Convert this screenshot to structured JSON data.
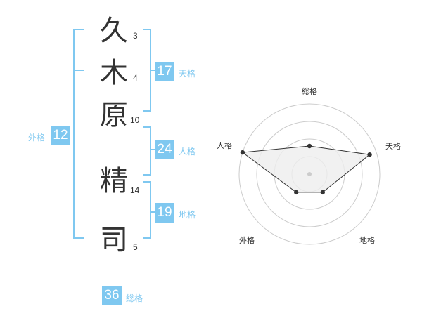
{
  "name": {
    "surname": [
      {
        "char": "久",
        "strokes": "3"
      },
      {
        "char": "木",
        "strokes": "4"
      },
      {
        "char": "原",
        "strokes": "10"
      }
    ],
    "given": [
      {
        "char": "精",
        "strokes": "14"
      },
      {
        "char": "司",
        "strokes": "5"
      }
    ]
  },
  "fortunes": {
    "gaikaku": {
      "label": "外格",
      "value": "12"
    },
    "tenkaku": {
      "label": "天格",
      "value": "17"
    },
    "jinkaku": {
      "label": "人格",
      "value": "24"
    },
    "chikaku": {
      "label": "地格",
      "value": "19"
    },
    "soukaku": {
      "label": "総格",
      "value": "36"
    }
  },
  "radar": {
    "labels": {
      "top": "総格",
      "right_top": "天格",
      "right_bottom": "地格",
      "left_bottom": "外格",
      "left_top": "人格"
    },
    "scores": {
      "soukaku": 0.4,
      "tenkaku": 0.9,
      "chikaku": 0.32,
      "gaikaku": 0.32,
      "jinkaku": 1.0
    },
    "colors": {
      "fill": "#eeeeee",
      "line": "#333333",
      "ring": "#cccccc",
      "accent": "#7fc8f0"
    }
  }
}
